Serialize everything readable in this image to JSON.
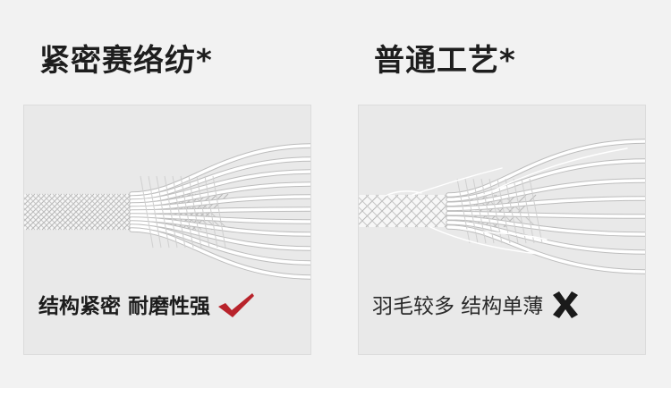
{
  "left": {
    "heading": "紧密赛络纺*",
    "caption": "结构紧密 耐磨性强",
    "icon": "checkmark-icon",
    "icon_color": "#b8232b"
  },
  "right": {
    "heading": "普通工艺*",
    "caption": "羽毛较多 结构单薄",
    "icon": "cross-icon",
    "icon_color": "#1a1a1a"
  },
  "colors": {
    "background": "#f2f2f2",
    "panel": "#e9e9e9",
    "fiber": "#ffffff",
    "fiber_shadow": "#c4c4c4"
  }
}
